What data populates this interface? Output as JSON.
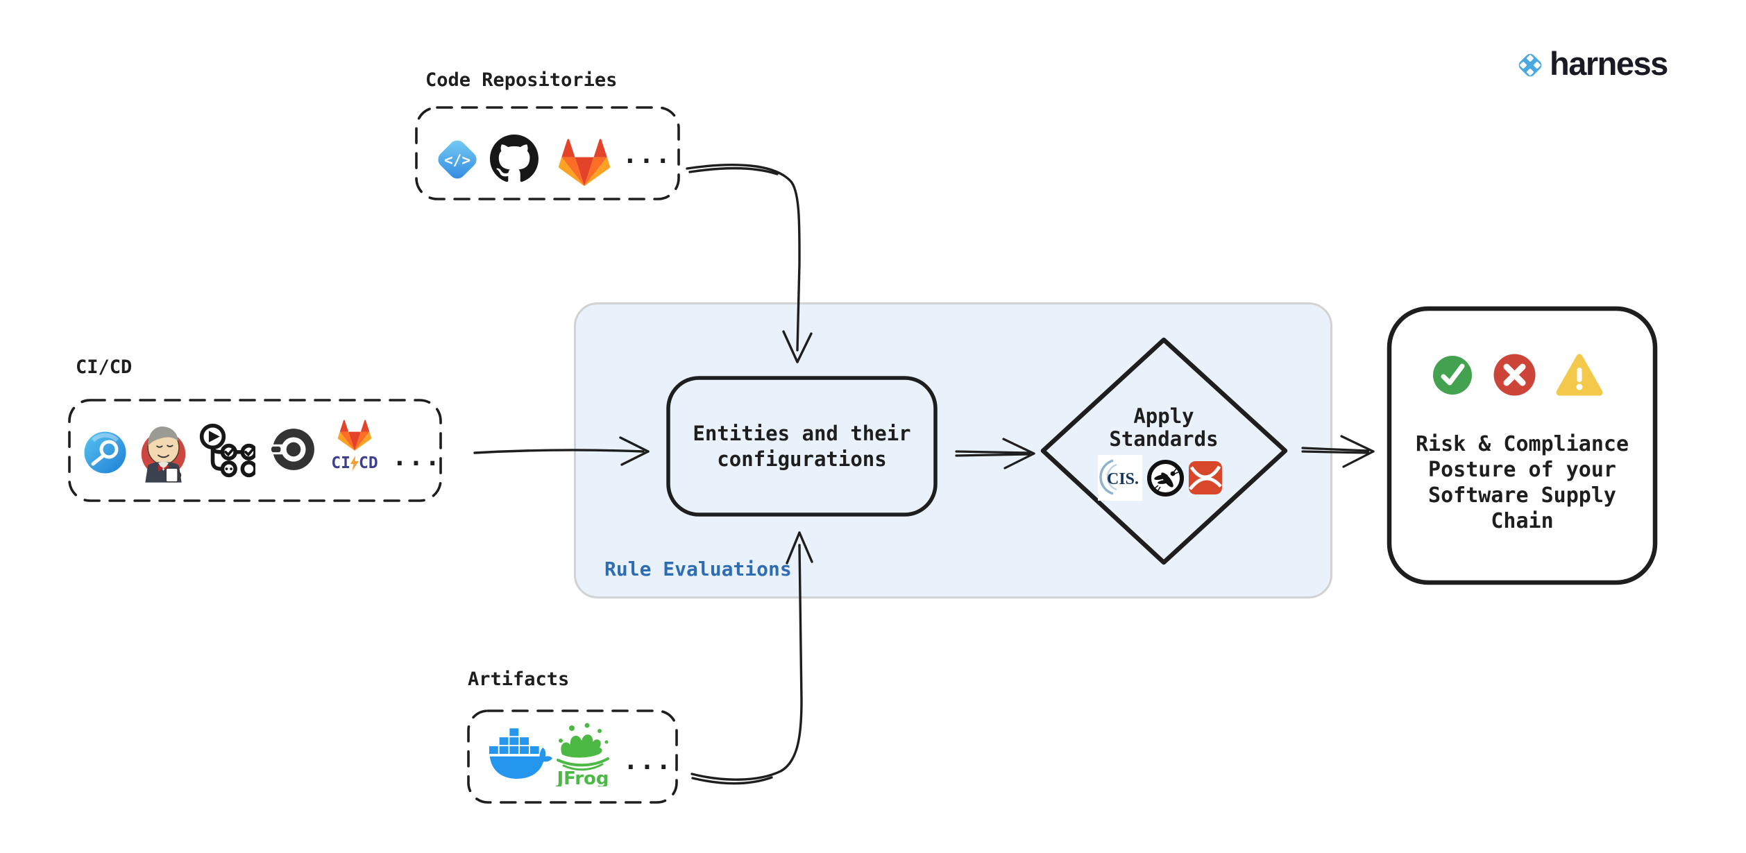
{
  "brand": {
    "name": "harness"
  },
  "groups": {
    "code": {
      "label": "Code Repositories",
      "ellipsis": "...",
      "icons": [
        "harness-code-icon",
        "github-icon",
        "gitlab-icon"
      ]
    },
    "cicd": {
      "label": "CI/CD",
      "ellipsis": "...",
      "gitlab_ci": "CI",
      "gitlab_cd": "CD",
      "icons": [
        "harness-ci-icon",
        "jenkins-icon",
        "github-actions-icon",
        "circleci-icon",
        "gitlab-cicd-icon"
      ]
    },
    "artifacts": {
      "label": "Artifacts",
      "ellipsis": "...",
      "jfrog": "JFrog",
      "icons": [
        "docker-icon",
        "jfrog-icon"
      ]
    }
  },
  "evaluation": {
    "container_label": "Rule Evaluations",
    "entities": {
      "line1": "Entities and their",
      "line2": "configurations"
    },
    "standards": {
      "line1": "Apply",
      "line2": "Standards",
      "cis": "CIS.",
      "icons": [
        "cis-icon",
        "owasp-icon",
        "red-standard-icon"
      ]
    }
  },
  "result": {
    "icons": [
      "success-check-icon",
      "error-cross-icon",
      "warning-triangle-icon"
    ],
    "lines": [
      "Risk & Compliance",
      "Posture of your",
      "Software Supply",
      "Chain"
    ]
  },
  "colors": {
    "container_fill": "#e9f1fa",
    "container_border": "#d2d2d2",
    "stroke": "#1e1e1e",
    "rule_label_blue": "#2e6db4",
    "success_green": "#43a24f",
    "error_red": "#cd4438",
    "warning_yellow": "#f3c84b",
    "harness_blue": "#4aa8e2",
    "docker_blue": "#2496ed",
    "jfrog_green": "#4cb944",
    "gitlab_orange": "#e24329",
    "cis_navy": "#14365d",
    "standard_red": "#d9472b",
    "gitlab_cicd_indigo": "#3f3f8f"
  }
}
